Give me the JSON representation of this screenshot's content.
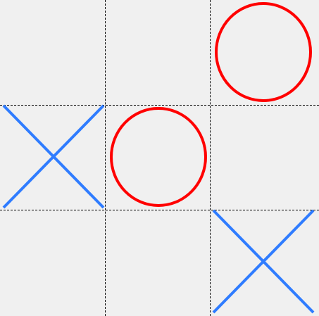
{
  "game": "tic-tac-toe",
  "colors": {
    "background": "#f0f0f0",
    "grid": "#000000",
    "x_mark": "#2f7cff",
    "o_mark": "#ff0000"
  },
  "board": [
    [
      "",
      "",
      "O"
    ],
    [
      "X",
      "O",
      ""
    ],
    [
      "",
      "",
      "X"
    ]
  ]
}
